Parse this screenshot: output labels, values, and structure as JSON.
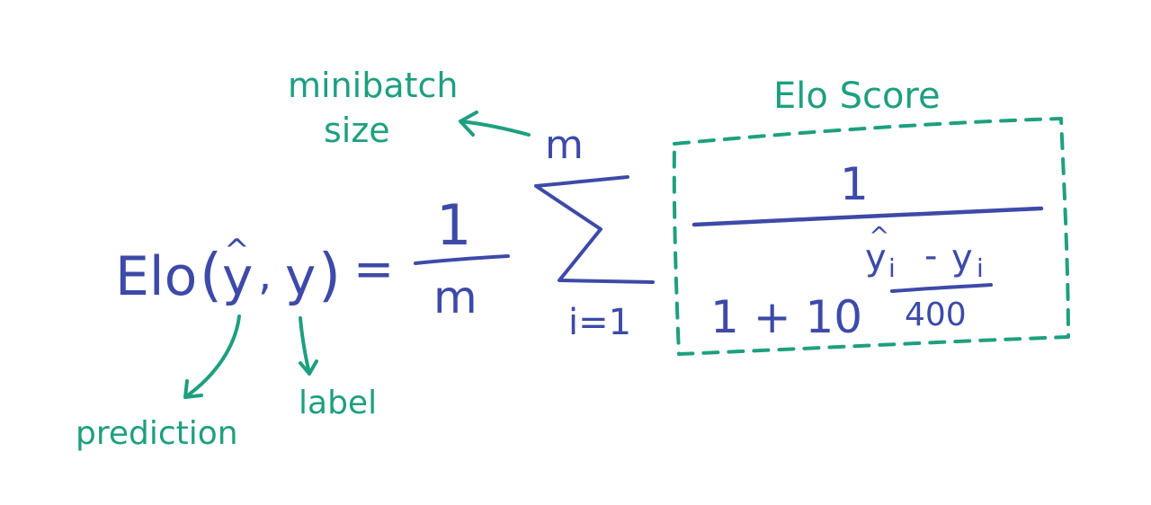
{
  "colors": {
    "ink_formula": "#3d4aa8",
    "ink_annotation": "#1e9f80",
    "background": "#ffffff"
  },
  "formula": {
    "lhs_name": "Elo",
    "lhs_open": "(",
    "lhs_pred": "y",
    "lhs_hat": "^",
    "lhs_comma": ",",
    "lhs_label": "y",
    "lhs_close": ")",
    "equals": "=",
    "coef_num": "1",
    "coef_den": "m",
    "sum_symbol": "∑",
    "sum_upper": "m",
    "sum_lower": "i=1",
    "frac_num": "1",
    "frac_den_base": "1 + 10",
    "exp_num_pred": "y",
    "exp_num_pred_hat": "^",
    "exp_num_pred_sub": "i",
    "exp_num_minus": "-",
    "exp_num_label": "y",
    "exp_num_label_sub": "i",
    "exp_den": "400"
  },
  "annotations": {
    "minibatch_line1": "minibatch",
    "minibatch_line2": "size",
    "elo_score": "Elo Score",
    "prediction": "prediction",
    "label": "label"
  }
}
